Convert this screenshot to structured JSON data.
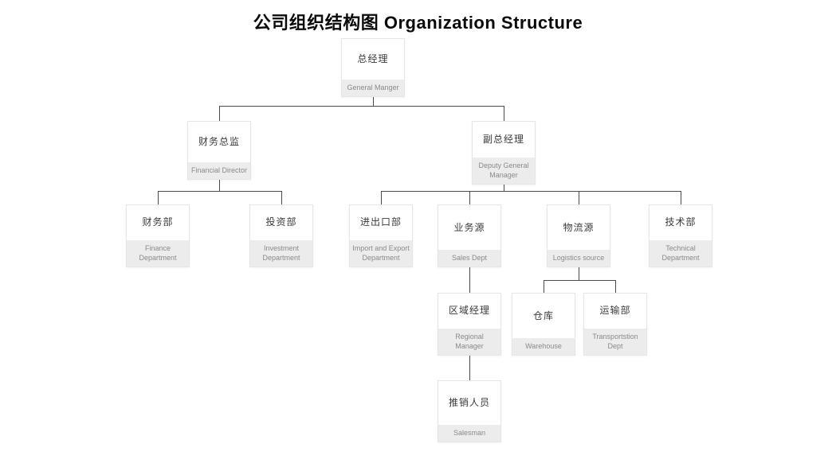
{
  "title": "公司组织结构图 Organization Structure",
  "nodes": {
    "general_manager": {
      "zh": "总经理",
      "en": "General Manger"
    },
    "financial_director": {
      "zh": "财务总监",
      "en": "Financial Director"
    },
    "deputy_general_manager": {
      "zh": "副总经理",
      "en": "Deputy General Manager"
    },
    "finance_department": {
      "zh": "财务部",
      "en": "Finance Department"
    },
    "investment_department": {
      "zh": "投资部",
      "en": "Investment Department"
    },
    "import_export_department": {
      "zh": "进出口部",
      "en": "Import and Export Department"
    },
    "sales_dept": {
      "zh": "业务源",
      "en": "Sales Dept"
    },
    "logistics_source": {
      "zh": "物流源",
      "en": "Logistics source"
    },
    "technical_department": {
      "zh": "技术部",
      "en": "Technical Department"
    },
    "regional_manager": {
      "zh": "区域经理",
      "en": "Regional Manager"
    },
    "warehouse": {
      "zh": "仓库",
      "en": "Warehouse"
    },
    "transportation_dept": {
      "zh": "运输部",
      "en": "Transportstion Dept"
    },
    "salesman": {
      "zh": "推销人员",
      "en": "Salesman"
    }
  },
  "hierarchy": {
    "general_manager": [
      "financial_director",
      "deputy_general_manager"
    ],
    "financial_director": [
      "finance_department",
      "investment_department"
    ],
    "deputy_general_manager": [
      "import_export_department",
      "sales_dept",
      "logistics_source",
      "technical_department"
    ],
    "sales_dept": [
      "regional_manager"
    ],
    "logistics_source": [
      "warehouse",
      "transportation_dept"
    ],
    "regional_manager": [
      "salesman"
    ]
  }
}
